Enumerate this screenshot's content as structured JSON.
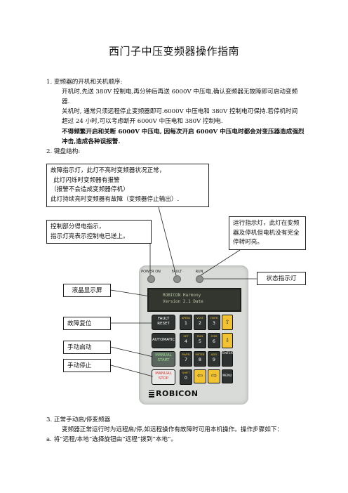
{
  "title": "西门子中压变频器操作指南",
  "section1": {
    "heading": "1.  变频器的开机和关机顺序:",
    "lines": [
      "开机时,先送 380V 控制电,再分钟后再送 6000V 中压电,确认变频器无故障即可启动变频",
      "器.",
      "关机时, 通常只须远程停止变频器即可.6000V 中压电和 380V 控制电可保持.若停机时间",
      "超过 24 小时,可以考虑断开 6000V 中压电和 380V 控制电."
    ],
    "warning": [
      "不得频繁开启和关断 6000V 中压电, 因每次开启 6000V 中压电时都会对变压器造成强烈",
      "冲击,造成各种误报警."
    ]
  },
  "section2": {
    "heading": "2.  键盘结构:"
  },
  "callouts": {
    "fault_led": [
      "故障指示灯，此灯不亮时变频器状况正常，",
      "此灯闪烁时变频器有报警",
      "（报警不会造成变频器停机）",
      "此灯持续亮时变频器有故障（变频器停止输出）."
    ],
    "power_led": [
      "控制部分得电指示，",
      "指示灯亮表示控制电已送上。"
    ],
    "run_led": [
      "运行指示灯，此灯在变频",
      "器及停机但电机没有完全",
      "停转时亮。"
    ],
    "status_led": "状态指示灯",
    "lcd": "液晶显示屏",
    "fault_reset": "故障复位",
    "manual_start": "手动启动",
    "manual_stop": "手动停止"
  },
  "device": {
    "led_labels": [
      "POWER ON",
      "FAULT",
      "RUN"
    ],
    "lcd_line1": "ROBICON   Harmony",
    "lcd_line2": "Version 2.1        Date",
    "keys": {
      "fault_reset": "FAULT RESET",
      "automatic": "AUTOMATIC",
      "manual_start": "MANUAL START",
      "manual_stop": "MANUAL STOP",
      "numpad": [
        {
          "top": "SPEED",
          "n": "1"
        },
        {
          "top": "VOLT",
          "n": "2"
        },
        {
          "top": "OVER",
          "n": "3"
        },
        {
          "top": "SET",
          "n": "4"
        },
        {
          "top": "RUN",
          "n": "5"
        },
        {
          "top": "CMD",
          "n": "6"
        },
        {
          "top": "PA/PD",
          "n": "7"
        },
        {
          "top": "METER",
          "n": "8"
        },
        {
          "top": "ADD",
          "n": "9"
        },
        {
          "top": "SHIFT",
          "n": "0"
        }
      ],
      "enter": "ENTER",
      "shift": "SHIFT",
      "menu": "MENU"
    },
    "brand": "ROBICON"
  },
  "section3": {
    "heading": "3.  正常手动启/停变频器",
    "line1": "变频器正常运行时为远程启/停,如远程操作有故障时可用本机操作。操作步骤如下：",
    "line2": "a.  将“远程/本地”选择旋钮由“远程”拨到“本地”。"
  }
}
